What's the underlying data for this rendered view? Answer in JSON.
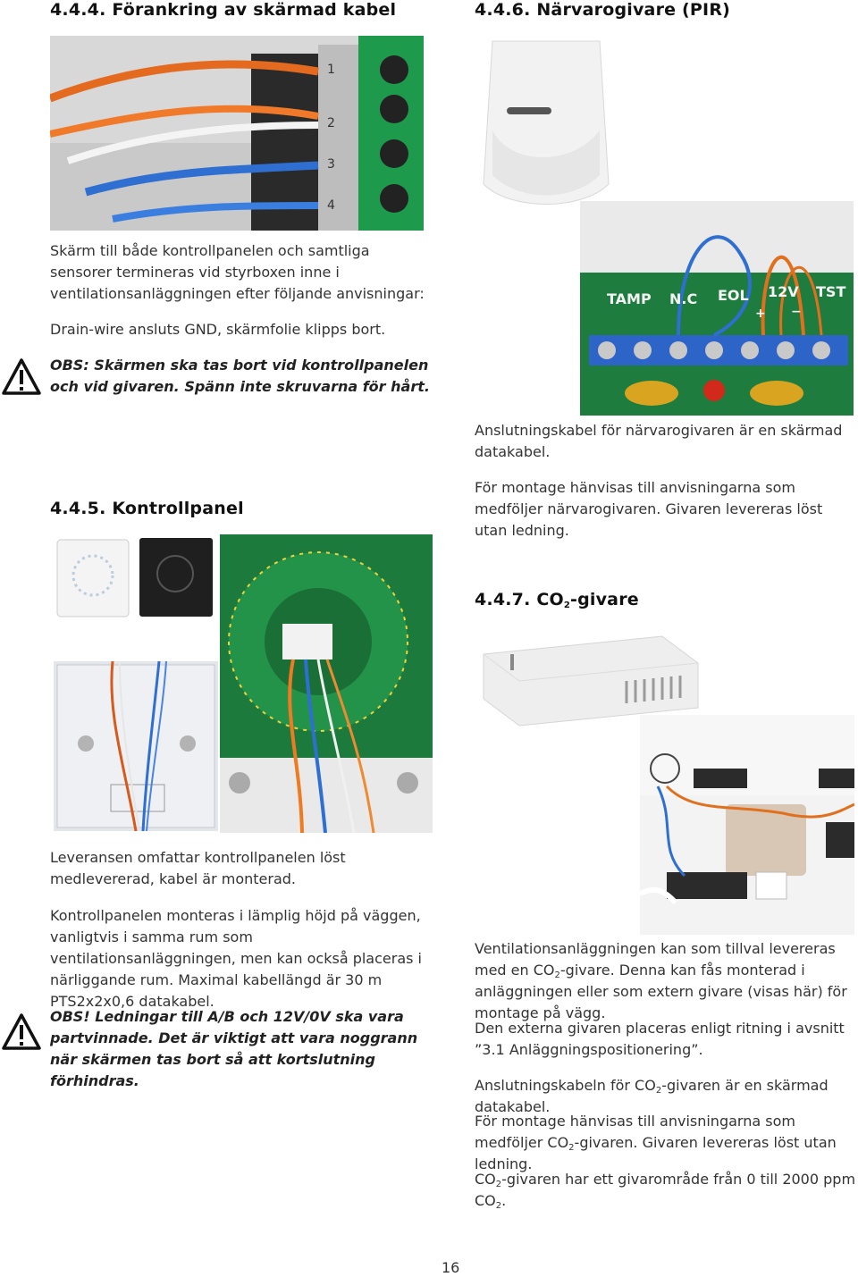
{
  "left": {
    "sec1": {
      "title": "4.4.4.  Förankring av skärmad kabel"
    },
    "p1": "Skärm till både kontrollpanelen och samtliga sensorer termineras vid styrboxen inne i ventilationsanläggningen efter följande anvisningar:",
    "p2": "Drain-wire ansluts GND, skärmfolie klipps bort.",
    "warn1": "OBS: Skärmen ska tas bort vid kontrollpanelen och vid givaren. Spänn inte skruvarna för hårt.",
    "sec2": {
      "title": "4.4.5.  Kontrollpanel"
    },
    "p3": "Leveransen omfattar kontrollpanelen löst medlevererad, kabel är monterad.",
    "p4": "Kontrollpanelen monteras i lämplig höjd på väggen, vanligtvis i samma rum som ventilationsanläggningen, men kan också placeras i närliggande rum. Maximal kabellängd är 30 m PTS2x2x0,6 datakabel.",
    "warn2": "OBS! Ledningar till A/B och 12V/0V ska vara partvinnade. Det är viktigt att vara noggrann när skärmen tas bort så att kortslutning förhindras.",
    "terminal_labels": [
      "1",
      "2",
      "3",
      "4"
    ]
  },
  "right": {
    "sec1": {
      "title": "4.4.6.  Närvarogivare (PIR)"
    },
    "pir_labels": [
      "TAMP",
      "N.C",
      "EOL",
      "12V",
      "TST",
      "+",
      "−"
    ],
    "p1": "Anslutningskabel för närvarogivaren är en skärmad datakabel.",
    "p2": "För montage hänvisas till anvisningarna som medföljer närvarogivaren. Givaren levereras löst utan ledning.",
    "sec2": {
      "title_a": "4.4.7.  CO",
      "title_sub": "2",
      "title_b": "-givare"
    },
    "p3_a": "Ventilationsanläggningen kan som tillval levereras med en CO",
    "p3_sub": "2",
    "p3_b": "-givare. Denna kan fås monterad i anläggningen eller som extern givare (visas här) för montage på vägg.",
    "p4": "Den externa givaren placeras enligt ritning i avsnitt ”3.1 Anläggningspositionering”.",
    "p5_a": "Anslutningskabeln för CO",
    "p5_sub": "2",
    "p5_b": "-givaren är en skärmad datakabel.",
    "p6_a": "För montage hänvisas till anvisningarna som medföljer CO",
    "p6_sub": "2",
    "p6_b": "-givaren. Givaren levereras löst utan ledning.",
    "p7_a": "CO",
    "p7_sub": "2",
    "p7_b": "-givaren har ett givarområde från 0 till 2000 ppm CO",
    "p7_sub2": "2",
    "p7_c": "."
  },
  "page_number": "16"
}
